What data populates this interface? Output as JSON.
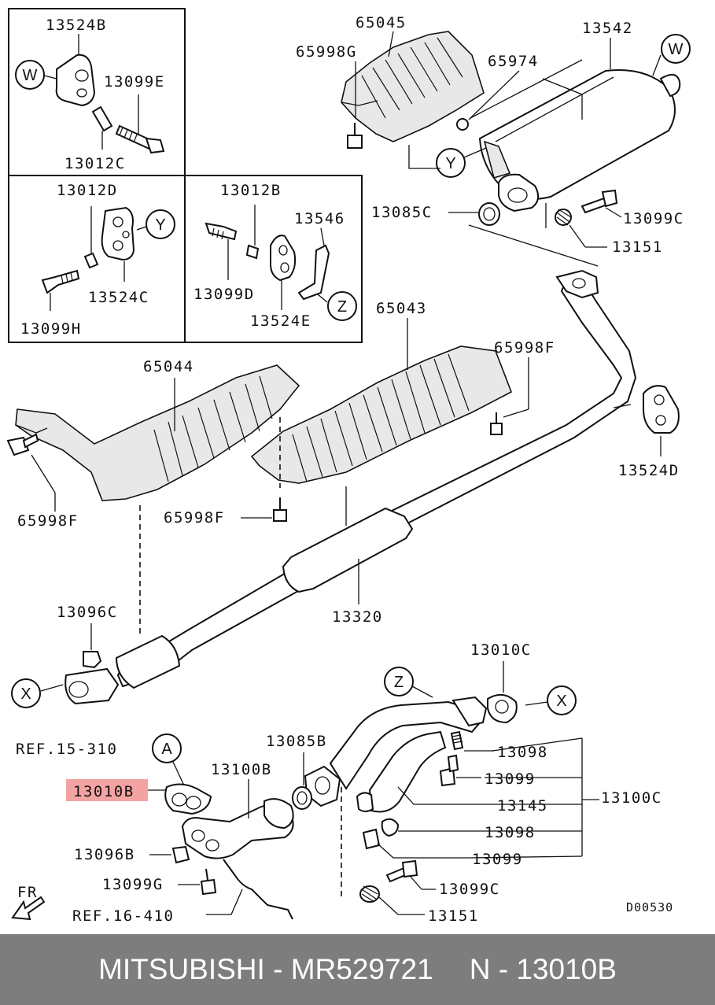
{
  "labels": {
    "p13524B": "13524B",
    "p13099E": "13099E",
    "p13012C": "13012C",
    "p13012D": "13012D",
    "p13524C": "13524C",
    "p13099H": "13099H",
    "p13012B": "13012B",
    "p13546": "13546",
    "p13099D": "13099D",
    "p13524E": "13524E",
    "p65045": "65045",
    "p65998G": "65998G",
    "p65974": "65974",
    "p13542": "13542",
    "p13085C": "13085C",
    "p13099C_top": "13099C",
    "p13151_top": "13151",
    "p65043": "65043",
    "p65998F_right": "65998F",
    "p65044": "65044",
    "p65998F_left": "65998F",
    "p65998F_mid": "65998F",
    "p13524D": "13524D",
    "p13320": "13320",
    "p13096C": "13096C",
    "p13010C": "13010C",
    "p13085B": "13085B",
    "p13100B": "13100B",
    "p13098_a": "13098",
    "p13099_a": "13099",
    "p13145": "13145",
    "p13100C": "13100C",
    "p13098_b": "13098",
    "p13099_b": "13099",
    "p13099C_bot": "13099C",
    "p13151_bot": "13151",
    "p13096B": "13096B",
    "p13099G": "13099G",
    "ref15": "REF.15-310",
    "ref16": "REF.16-410",
    "highlighted": "13010B",
    "fr": "FR",
    "code": "D00530"
  },
  "callouts": {
    "W": "W",
    "Y": "Y",
    "Z": "Z",
    "X": "X",
    "A": "A"
  },
  "colors": {
    "highlight": "#f4a3a3",
    "footer_bg": "#7d7d7d",
    "footer_text": "#ffffff"
  },
  "footer": {
    "brand": "MITSUBISHI",
    "separator": "-",
    "part_number": "MR529721",
    "ref_prefix": "N",
    "ref_separator": "-",
    "ref_code": "13010B"
  }
}
